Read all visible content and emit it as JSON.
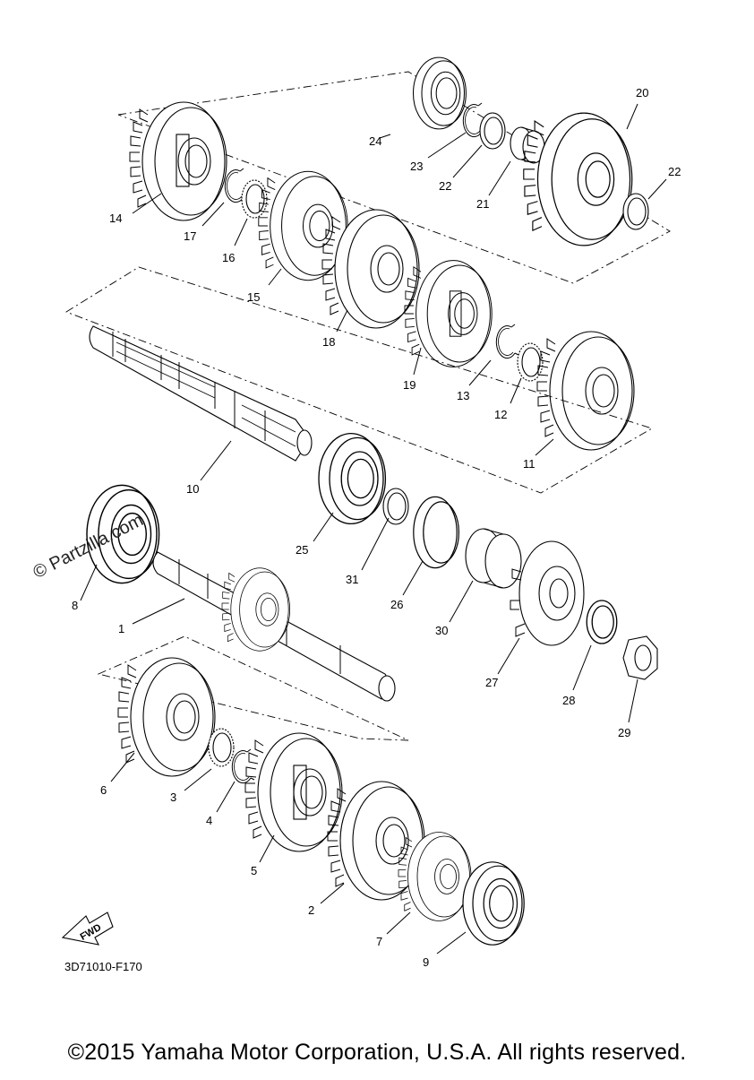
{
  "diagram": {
    "drawing_code": "3D71010-F170",
    "copyright": "©2015 Yamaha Motor Corporation, U.S.A. All rights reserved.",
    "watermark": "© Partzilla.com",
    "fwd_badge": "FWD",
    "part_labels": {
      "p1": "1",
      "p2": "2",
      "p3": "3",
      "p4": "4",
      "p5": "5",
      "p6": "6",
      "p7": "7",
      "p8": "8",
      "p9": "9",
      "p10": "10",
      "p11": "11",
      "p12": "12",
      "p13": "13",
      "p14": "14",
      "p15": "15",
      "p16": "16",
      "p17": "17",
      "p18": "18",
      "p19": "19",
      "p20": "20",
      "p21": "21",
      "p22a": "22",
      "p22b": "22",
      "p23": "23",
      "p24": "24",
      "p25": "25",
      "p26": "26",
      "p27": "27",
      "p28": "28",
      "p29": "29",
      "p30": "30",
      "p31": "31"
    }
  }
}
